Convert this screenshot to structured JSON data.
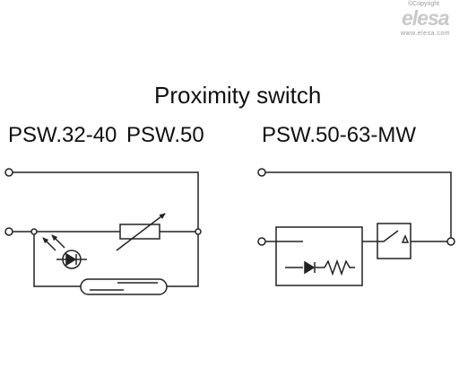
{
  "branding": {
    "copyright": "©Copyright",
    "logo": "elesa",
    "website": "www.elesa.com"
  },
  "title": "Proximity switch",
  "labels": [
    "PSW.32-40",
    "PSW.50",
    "PSW.50-63-MW"
  ]
}
